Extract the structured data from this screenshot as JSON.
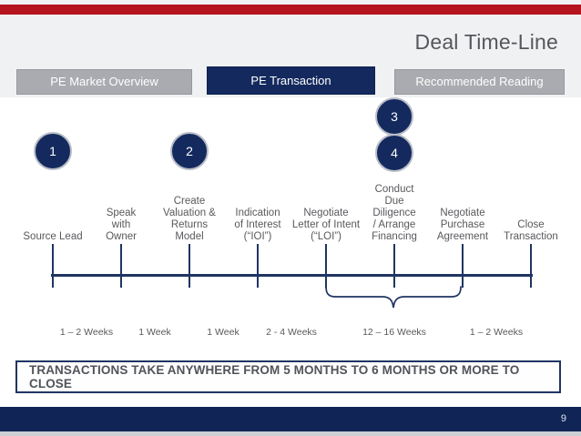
{
  "slide": {
    "title": "Deal Time-Line",
    "page_number": "9",
    "note": "TRANSACTIONS TAKE ANYWHERE FROM 5 MONTHS TO 6 MONTHS OR MORE TO CLOSE",
    "colors": {
      "accent_red": "#b5131d",
      "navy_fill": "#142a5e",
      "line_navy": "#1f3562",
      "tab_gray": "#a9abb0",
      "footer_navy": "#102455",
      "text_gray": "#58595c"
    }
  },
  "tabs": [
    {
      "label": "PE Market Overview",
      "active": false
    },
    {
      "label": "PE Transaction",
      "active": true
    },
    {
      "label": "Recommended Reading",
      "active": false
    }
  ],
  "timeline": {
    "badges": [
      "1",
      "2",
      "3",
      "4"
    ],
    "steps": [
      "Source Lead",
      "Speak\nwith\nOwner",
      "Create\nValuation &\nReturns\nModel",
      "Indication\nof Interest\n(“IOI”)",
      "Negotiate\nLetter of Intent\n(“LOI”)",
      "Conduct\nDue\nDiligence\n/ Arrange\nFinancing",
      "Negotiate\nPurchase\nAgreement",
      "Close\nTransaction"
    ],
    "durations": [
      "1 – 2 Weeks",
      "1 Week",
      "1 Week",
      "2 - 4 Weeks",
      "12 – 16 Weeks",
      "1 – 2 Weeks"
    ]
  }
}
